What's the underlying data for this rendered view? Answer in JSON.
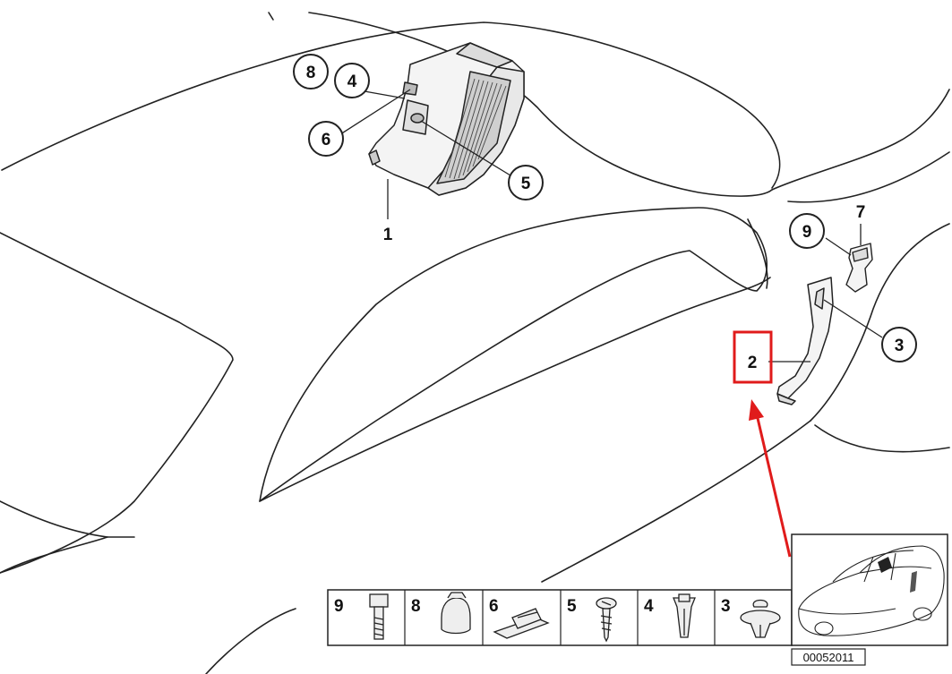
{
  "diagram": {
    "callouts": [
      {
        "id": "callout-8",
        "label": "8"
      },
      {
        "id": "callout-4",
        "label": "4"
      },
      {
        "id": "callout-6",
        "label": "6"
      },
      {
        "id": "callout-5",
        "label": "5"
      },
      {
        "id": "callout-1",
        "label": "1"
      },
      {
        "id": "callout-9",
        "label": "9"
      },
      {
        "id": "callout-7",
        "label": "7"
      },
      {
        "id": "callout-3",
        "label": "3"
      },
      {
        "id": "callout-2",
        "label": "2"
      }
    ],
    "highlight": {
      "label": "2",
      "color": "#e01b1b"
    },
    "legend": [
      {
        "label": "9",
        "icon": "bolt-icon"
      },
      {
        "label": "8",
        "icon": "cap-icon"
      },
      {
        "label": "6",
        "icon": "clip-icon"
      },
      {
        "label": "5",
        "icon": "screw-icon"
      },
      {
        "label": "4",
        "icon": "expanding-nut-icon"
      },
      {
        "label": "3",
        "icon": "push-rivet-icon"
      }
    ],
    "reference_code": "00052011",
    "thumbnail_icon": "car-thumbnail-icon"
  }
}
